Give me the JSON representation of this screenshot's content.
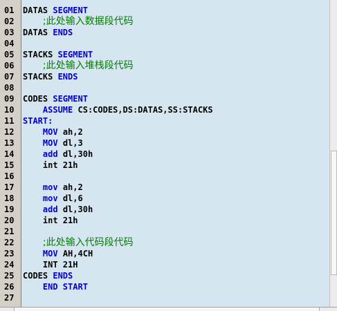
{
  "editor": {
    "lines": [
      {
        "num": "01",
        "segments": [
          {
            "t": "DATAS ",
            "k": "id"
          },
          {
            "t": "SEGMENT",
            "k": "kw"
          }
        ]
      },
      {
        "num": "02",
        "segments": [
          {
            "t": "    ",
            "k": "id"
          },
          {
            "t": ";此处输入数据段代码",
            "k": "cmt"
          }
        ]
      },
      {
        "num": "03",
        "segments": [
          {
            "t": "DATAS ",
            "k": "id"
          },
          {
            "t": "ENDS",
            "k": "kw"
          }
        ]
      },
      {
        "num": "04",
        "segments": []
      },
      {
        "num": "05",
        "segments": [
          {
            "t": "STACKS ",
            "k": "id"
          },
          {
            "t": "SEGMENT",
            "k": "kw"
          }
        ]
      },
      {
        "num": "06",
        "segments": [
          {
            "t": "    ",
            "k": "id"
          },
          {
            "t": ";此处输入堆栈段代码",
            "k": "cmt"
          }
        ]
      },
      {
        "num": "07",
        "segments": [
          {
            "t": "STACKS ",
            "k": "id"
          },
          {
            "t": "ENDS",
            "k": "kw"
          }
        ]
      },
      {
        "num": "08",
        "segments": []
      },
      {
        "num": "09",
        "segments": [
          {
            "t": "CODES ",
            "k": "id"
          },
          {
            "t": "SEGMENT",
            "k": "kw"
          }
        ]
      },
      {
        "num": "10",
        "segments": [
          {
            "t": "    ",
            "k": "id"
          },
          {
            "t": "ASSUME",
            "k": "kw"
          },
          {
            "t": " CS:CODES,DS:DATAS,SS:STACKS",
            "k": "id"
          }
        ]
      },
      {
        "num": "11",
        "segments": [
          {
            "t": "START:",
            "k": "kw"
          }
        ]
      },
      {
        "num": "12",
        "segments": [
          {
            "t": "    ",
            "k": "id"
          },
          {
            "t": "MOV",
            "k": "kw"
          },
          {
            "t": " ah,2",
            "k": "id"
          }
        ]
      },
      {
        "num": "13",
        "segments": [
          {
            "t": "    ",
            "k": "id"
          },
          {
            "t": "MOV",
            "k": "kw"
          },
          {
            "t": " dl,3",
            "k": "id"
          }
        ]
      },
      {
        "num": "14",
        "segments": [
          {
            "t": "    ",
            "k": "id"
          },
          {
            "t": "add",
            "k": "kw"
          },
          {
            "t": " dl,30h",
            "k": "id"
          }
        ]
      },
      {
        "num": "15",
        "segments": [
          {
            "t": "    int 21h",
            "k": "id"
          }
        ]
      },
      {
        "num": "16",
        "segments": []
      },
      {
        "num": "17",
        "segments": [
          {
            "t": "    ",
            "k": "id"
          },
          {
            "t": "mov",
            "k": "kw"
          },
          {
            "t": " ah,2",
            "k": "id"
          }
        ]
      },
      {
        "num": "18",
        "segments": [
          {
            "t": "    ",
            "k": "id"
          },
          {
            "t": "mov",
            "k": "kw"
          },
          {
            "t": " dl,6",
            "k": "id"
          }
        ]
      },
      {
        "num": "19",
        "segments": [
          {
            "t": "    ",
            "k": "id"
          },
          {
            "t": "add",
            "k": "kw"
          },
          {
            "t": " dl,30h",
            "k": "id"
          }
        ]
      },
      {
        "num": "20",
        "segments": [
          {
            "t": "    int 21h",
            "k": "id"
          }
        ]
      },
      {
        "num": "21",
        "segments": []
      },
      {
        "num": "22",
        "segments": [
          {
            "t": "    ",
            "k": "id"
          },
          {
            "t": ";此处输入代码段代码",
            "k": "cmt"
          }
        ]
      },
      {
        "num": "23",
        "segments": [
          {
            "t": "    ",
            "k": "id"
          },
          {
            "t": "MOV",
            "k": "kw"
          },
          {
            "t": " AH,4CH",
            "k": "id"
          }
        ]
      },
      {
        "num": "24",
        "segments": [
          {
            "t": "    INT 21H",
            "k": "id"
          }
        ]
      },
      {
        "num": "25",
        "segments": [
          {
            "t": "CODES ",
            "k": "id"
          },
          {
            "t": "ENDS",
            "k": "kw"
          }
        ]
      },
      {
        "num": "26",
        "segments": [
          {
            "t": "    ",
            "k": "id"
          },
          {
            "t": "END START",
            "k": "kw"
          }
        ]
      },
      {
        "num": "27",
        "segments": []
      }
    ]
  },
  "colors": {
    "background": "#d6e6f0",
    "keyword": "#0000c8",
    "comment": "#008000",
    "text": "#000000",
    "gutter": "#d4d0c8"
  }
}
